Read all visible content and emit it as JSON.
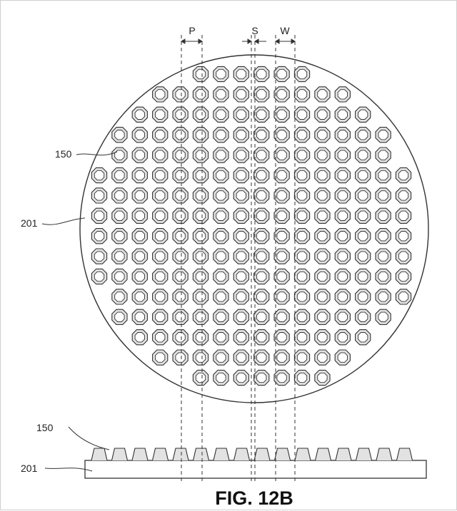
{
  "figure_title": "FIG. 12B",
  "dimension_labels": {
    "pitch": "P",
    "spacing": "S",
    "width": "W"
  },
  "reference_labels": {
    "element_top": "150",
    "substrate_top": "201",
    "element_side": "150",
    "substrate_side": "201"
  },
  "colors": {
    "stroke": "#333333",
    "element_fill": "#e2e2e2",
    "background": "#ffffff"
  }
}
